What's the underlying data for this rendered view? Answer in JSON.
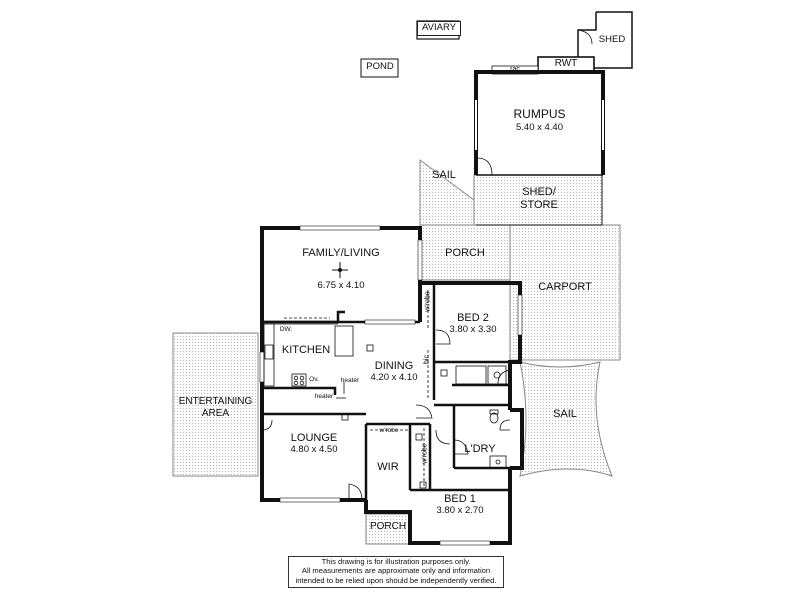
{
  "rooms": {
    "aviary": {
      "name": "AVIARY"
    },
    "pond": {
      "name": "POND"
    },
    "shed": {
      "name": "SHED"
    },
    "rwt": {
      "name": "RWT"
    },
    "rac": {
      "name": "rac"
    },
    "rumpus": {
      "name": "RUMPUS",
      "size": "5.40 x 4.40"
    },
    "sail_top": {
      "name": "SAIL"
    },
    "shed_store": {
      "name_line1": "SHED/",
      "name_line2": "STORE"
    },
    "family_living": {
      "name": "FAMILY/LIVING",
      "size": "6.75 x 4.10"
    },
    "porch_top": {
      "name": "PORCH"
    },
    "carport": {
      "name": "CARPORT"
    },
    "bed2": {
      "name": "BED 2",
      "size": "3.80 x 3.30"
    },
    "kitchen": {
      "name": "KITCHEN"
    },
    "dining": {
      "name": "DINING",
      "size": "4.20 x 4.10"
    },
    "entertaining": {
      "name_line1": "ENTERTAINING",
      "name_line2": "AREA"
    },
    "sail_right": {
      "name": "SAIL"
    },
    "lounge": {
      "name": "LOUNGE",
      "size": "4.80 x 4.50"
    },
    "ldry": {
      "name": "L'DRY"
    },
    "wir": {
      "name": "WIR"
    },
    "bed1": {
      "name": "BED 1",
      "size": "3.80 x 2.70"
    },
    "porch_bottom": {
      "name": "PORCH"
    }
  },
  "annotations": {
    "dw": "DW.",
    "ov": "Ov.",
    "heater_upper": "heater",
    "heater_lower": "heater",
    "wrobe_bed2": "w'robe",
    "bic": "bic",
    "wrobe_wir": "w'robe",
    "wrobe_bed1": "w'robe"
  },
  "disclaimer": {
    "line1": "This drawing is for illustration purposes only.",
    "line2": "All measurements are approximate only and information",
    "line3": "intended to be relied upon should be independently verified."
  },
  "colors": {
    "wall": "#111111",
    "hatch": "#bdbdbd"
  }
}
